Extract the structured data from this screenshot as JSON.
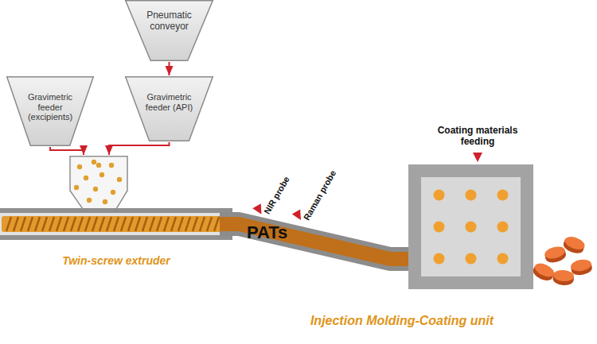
{
  "diagram": {
    "nodes": [
      {
        "text": [
          "Pneumatic conveyor"
        ]
      },
      {
        "text": [
          "Gravimetric feeder (excipients)"
        ]
      },
      {
        "text": [
          "Gravimetric feeder (API)"
        ]
      },
      {
        "text": [
          "Twin-screw extruder"
        ]
      },
      {
        "text": [
          "PATs"
        ]
      },
      {
        "text": [
          "Injection Molding-Coating unit"
        ]
      }
    ],
    "edges": [
      {
        "from": 0,
        "to": 2,
        "arrow": "to"
      },
      {
        "from": 1,
        "to": 3,
        "arrow": "to"
      },
      {
        "from": 2,
        "to": 3,
        "arrow": "to"
      }
    ],
    "labels": [
      "NIR probe",
      "Raman probe",
      "Coating materials feeding"
    ]
  }
}
